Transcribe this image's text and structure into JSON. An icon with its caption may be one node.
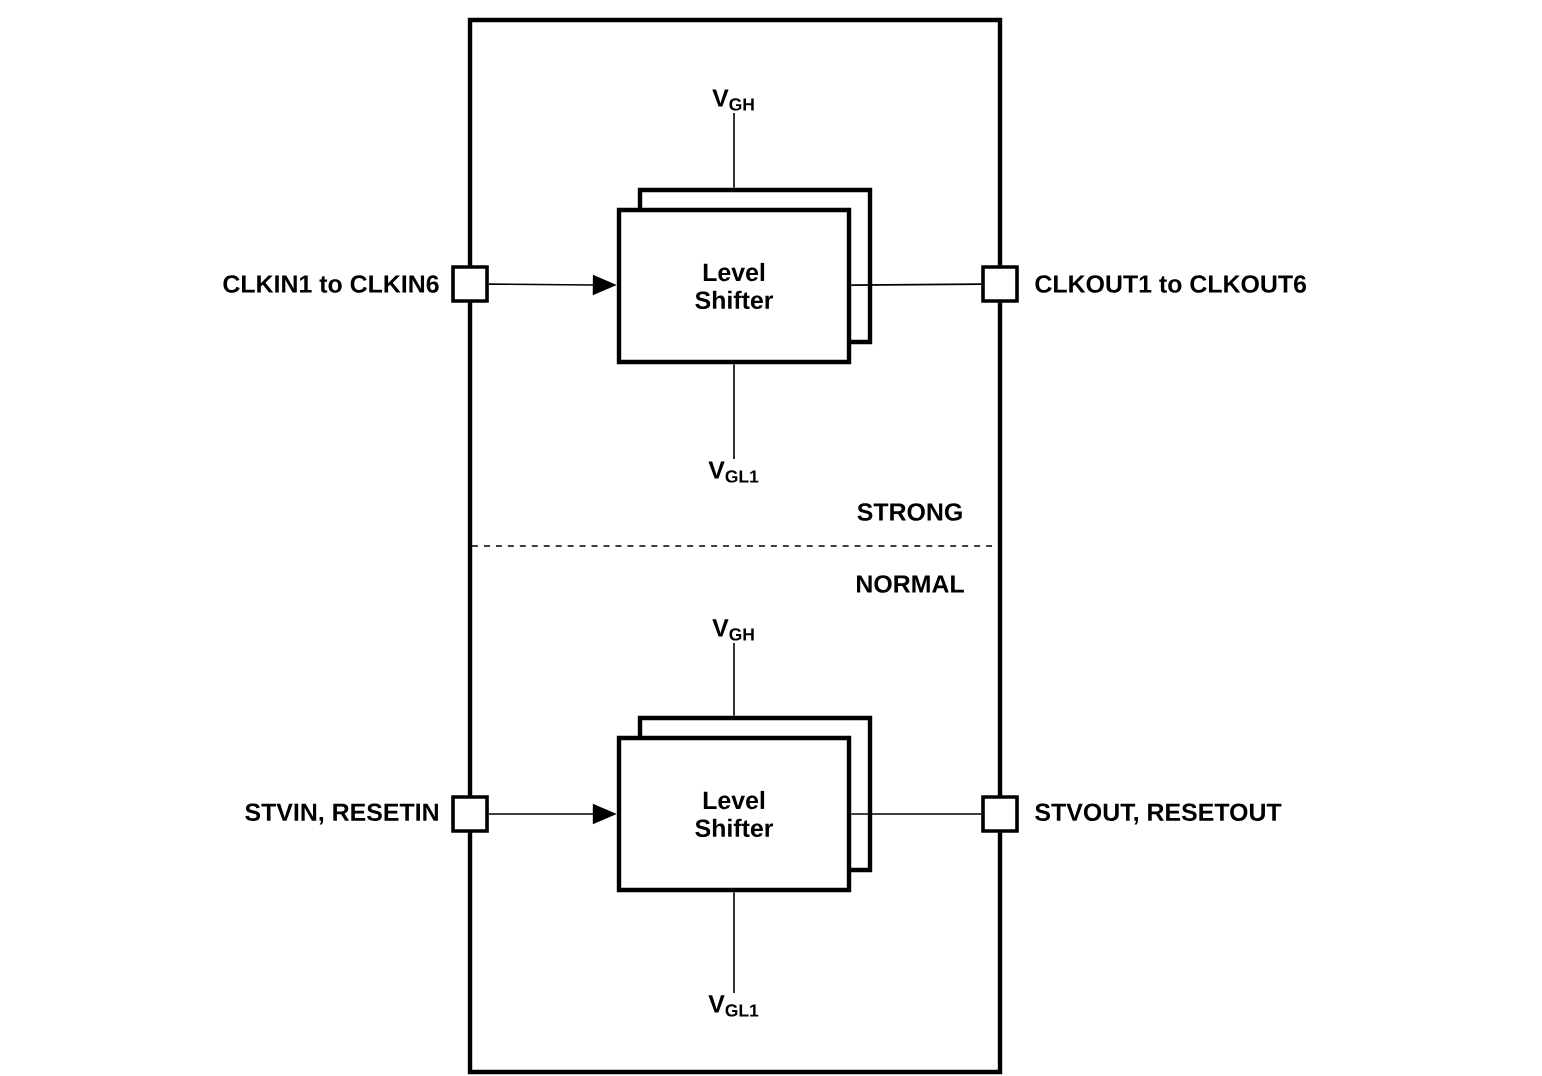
{
  "diagram": {
    "nodes": [
      {
        "text": [],
        "shape": "box"
      },
      {
        "text": [
          "V$_{GH}$"
        ],
        "in": 0
      },
      {
        "text": [],
        "shape": "box",
        "beside": [
          "CLKIN1 to CLKIN6"
        ]
      },
      {
        "text": [
          "Level Shifter"
        ],
        "in": 0
      },
      {
        "text": [],
        "shape": "box",
        "beside": [
          "CLKOUT1 to CLKOUT6"
        ]
      },
      {
        "text": [
          "V$_{GL1}$"
        ],
        "in": 0
      },
      {
        "text": [
          "V$_{GH}$"
        ],
        "in": 0
      },
      {
        "text": [],
        "shape": "box",
        "beside": [
          "STVIN, RESETIN"
        ]
      },
      {
        "text": [
          "Level Shifter"
        ],
        "in": 0
      },
      {
        "text": [],
        "shape": "box",
        "beside": [
          "STVOUT, RESETOUT"
        ]
      },
      {
        "text": [
          "V$_{GL1}$"
        ],
        "in": 0
      }
    ],
    "edges": [
      {
        "from": 2,
        "to": 3,
        "arrow": "to"
      },
      {
        "from": 3,
        "to": 4,
        "arrow": "none"
      },
      {
        "from": 1,
        "to": 3,
        "arrow": "none"
      },
      {
        "from": 3,
        "to": 5,
        "arrow": "none"
      },
      {
        "from": 7,
        "to": 8,
        "arrow": "to"
      },
      {
        "from": 8,
        "to": 9,
        "arrow": "none"
      },
      {
        "from": 6,
        "to": 8,
        "arrow": "none"
      },
      {
        "from": 8,
        "to": 10,
        "arrow": "none"
      }
    ],
    "labels": [
      "STRONG",
      "NORMAL"
    ]
  }
}
